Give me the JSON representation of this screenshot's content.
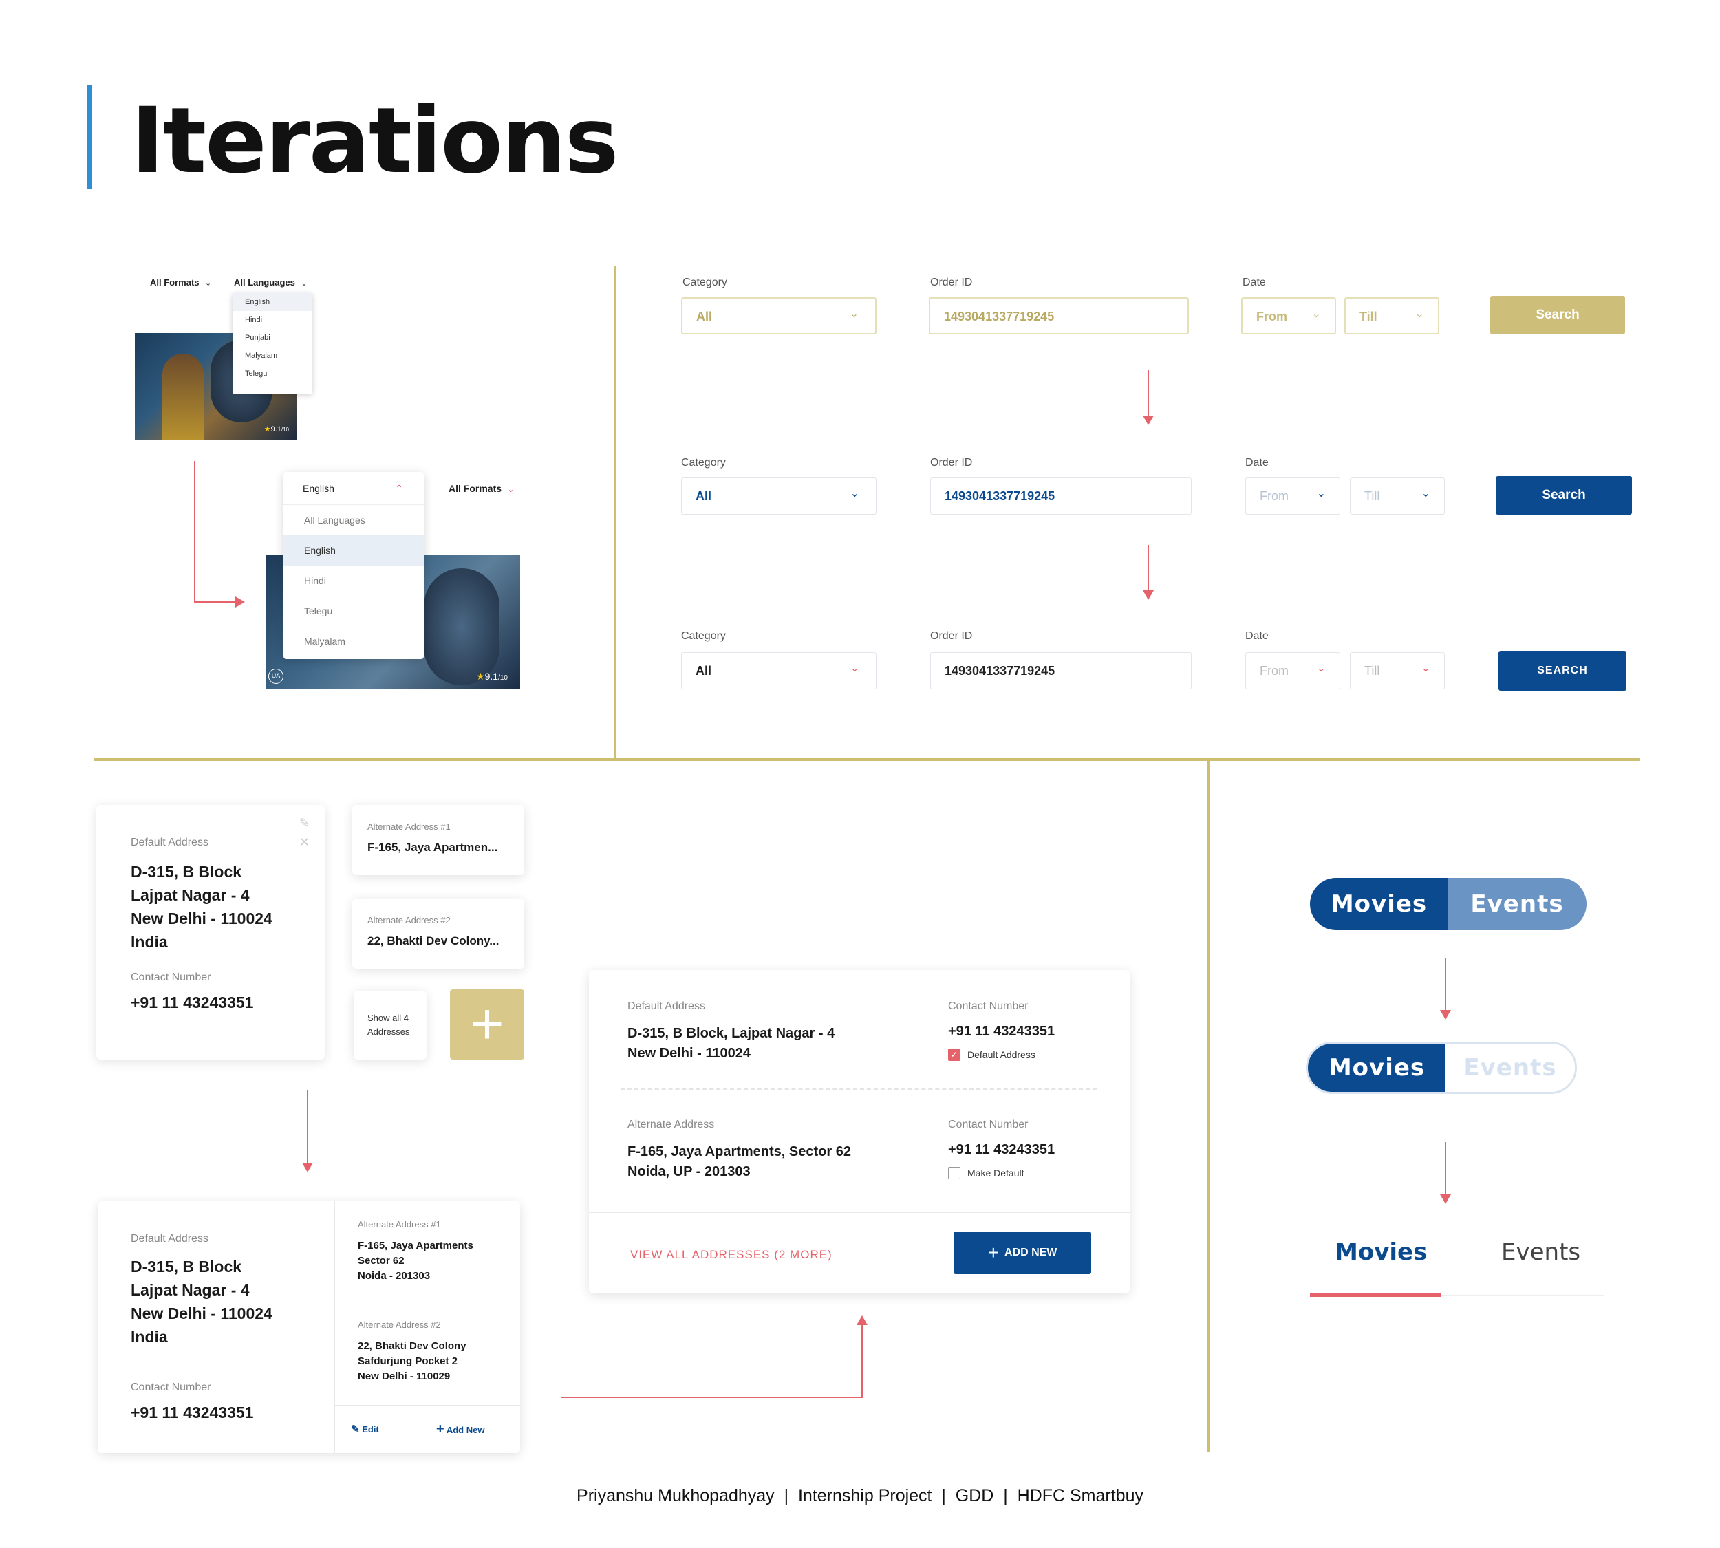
{
  "header": {
    "title": "Iterations"
  },
  "lang_iteration": {
    "top": {
      "formats_label": "All Formats",
      "languages_label": "All Languages",
      "menu": [
        "English",
        "Hindi",
        "Punjabi",
        "Malyalam",
        "Telegu"
      ],
      "rating": "9.1",
      "rating_suffix": "/10"
    },
    "bottom": {
      "selected": "English",
      "formats_label": "All Formats",
      "menu": [
        "All Languages",
        "English",
        "Hindi",
        "Telegu",
        "Malyalam"
      ],
      "badge": "UA",
      "rating": "9.1",
      "rating_suffix": "/10"
    }
  },
  "filter_forms": [
    {
      "category_label": "Category",
      "category_value": "All",
      "order_label": "Order ID",
      "order_value": "1493041337719245",
      "date_label": "Date",
      "from": "From",
      "till": "Till",
      "button": "Search",
      "style": "gold"
    },
    {
      "category_label": "Category",
      "category_value": "All",
      "order_label": "Order ID",
      "order_value": "1493041337719245",
      "date_label": "Date",
      "from": "From",
      "till": "Till",
      "button": "Search",
      "style": "blue"
    },
    {
      "category_label": "Category",
      "category_value": "All",
      "order_label": "Order ID",
      "order_value": "1493041337719245",
      "date_label": "Date",
      "from": "From",
      "till": "Till",
      "button": "SEARCH",
      "style": "blue-caps"
    }
  ],
  "address_v1": {
    "default_label": "Default Address",
    "lines": [
      "D-315, B Block",
      "Lajpat Nagar - 4",
      "New Delhi - 110024",
      "India"
    ],
    "contact_label": "Contact Number",
    "contact": "+91 11 43243351",
    "alt1_label": "Alternate Address #1",
    "alt1_value": "F-165, Jaya Apartmen...",
    "alt2_label": "Alternate Address #2",
    "alt2_value": "22, Bhakti Dev Colony...",
    "show_all": "Show all 4 Addresses",
    "add_symbol": "+"
  },
  "address_v2": {
    "default_label": "Default Address",
    "lines": [
      "D-315, B Block",
      "Lajpat Nagar - 4",
      "New Delhi - 110024",
      "India"
    ],
    "contact_label": "Contact Number",
    "contact": "+91 11 43243351",
    "alt1_label": "Alternate Address #1",
    "alt1_lines": [
      "F-165, Jaya Apartments",
      "Sector 62",
      "Noida - 201303"
    ],
    "alt2_label": "Alternate Address #2",
    "alt2_lines": [
      "22, Bhakti Dev Colony",
      "Safdurjung Pocket 2",
      "New Delhi - 110029"
    ],
    "edit": "Edit",
    "add_new": "Add New"
  },
  "address_v3": {
    "default_label": "Default Address",
    "default_lines": [
      "D-315, B Block, Lajpat Nagar - 4",
      "New Delhi - 110024"
    ],
    "contact_label": "Contact Number",
    "contact": "+91 11 43243351",
    "default_check_label": "Default Address",
    "alt_label": "Alternate Address",
    "alt_lines": [
      "F-165, Jaya Apartments, Sector 62",
      "Noida, UP - 201303"
    ],
    "alt_contact_label": "Contact Number",
    "alt_contact": "+91 11 43243351",
    "make_default": "Make Default",
    "view_all": "VIEW ALL ADDRESSES (2 MORE)",
    "add_new": "ADD NEW"
  },
  "toggles": {
    "v1": [
      "Movies",
      "Events"
    ],
    "v2": [
      "Movies",
      "Events"
    ],
    "v3": [
      "Movies",
      "Events"
    ]
  },
  "colors": {
    "brand_blue": "#0b4a8f",
    "gold": "#cdbf6f",
    "red": "#e5626b",
    "light_blue": "#6a94c4"
  },
  "footer": "Priyanshu Mukhopadhyay  |  Internship Project  |  GDD  |  HDFC Smartbuy"
}
